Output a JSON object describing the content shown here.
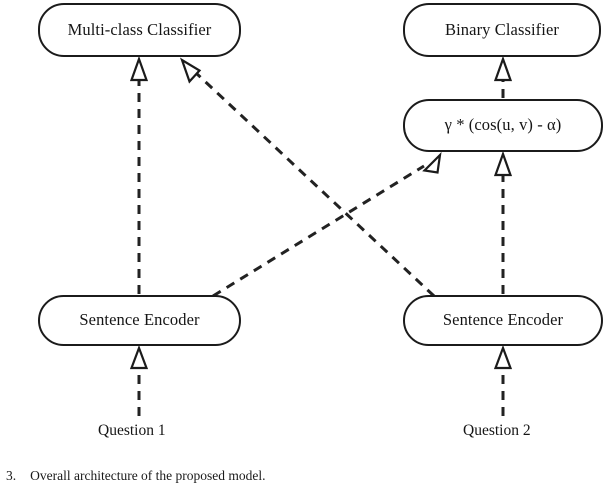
{
  "figure": {
    "caption_number": "3.",
    "caption_text": "Overall architecture of the proposed model.",
    "background_color": "#ffffff",
    "stroke_color": "#1b1b1b",
    "text_color": "#151515"
  },
  "nodes": {
    "multiclass_classifier": {
      "label": "Multi-class Classifier"
    },
    "binary_classifier": {
      "label": "Binary Classifier"
    },
    "formula": {
      "label": "γ * (cos(u, v) - α)"
    },
    "sentence_encoder_left": {
      "label": "Sentence Encoder"
    },
    "sentence_encoder_right": {
      "label": "Sentence Encoder"
    }
  },
  "inputs": {
    "question_1": {
      "label": "Question 1"
    },
    "question_2": {
      "label": "Question 2"
    }
  },
  "edges": [
    {
      "name": "question-1-to-encoder-left",
      "from": "Question 1",
      "to": "Sentence Encoder (left)",
      "style": "dashed",
      "arrowhead": "hollow-triangle"
    },
    {
      "name": "question-2-to-encoder-right",
      "from": "Question 2",
      "to": "Sentence Encoder (right)",
      "style": "dashed",
      "arrowhead": "hollow-triangle"
    },
    {
      "name": "encoder-left-to-multiclass",
      "from": "Sentence Encoder (left)",
      "to": "Multi-class Classifier",
      "style": "dashed",
      "arrowhead": "hollow-triangle"
    },
    {
      "name": "encoder-left-to-formula",
      "from": "Sentence Encoder (left)",
      "to": "γ * (cos(u, v) - α)",
      "style": "dashed",
      "arrowhead": "hollow-triangle"
    },
    {
      "name": "encoder-right-to-multiclass",
      "from": "Sentence Encoder (right)",
      "to": "Multi-class Classifier",
      "style": "dashed",
      "arrowhead": "hollow-triangle"
    },
    {
      "name": "encoder-right-to-formula",
      "from": "Sentence Encoder (right)",
      "to": "γ * (cos(u, v) - α)",
      "style": "dashed",
      "arrowhead": "hollow-triangle"
    },
    {
      "name": "formula-to-binary",
      "from": "γ * (cos(u, v) - α)",
      "to": "Binary Classifier",
      "style": "dashed",
      "arrowhead": "hollow-triangle"
    }
  ]
}
